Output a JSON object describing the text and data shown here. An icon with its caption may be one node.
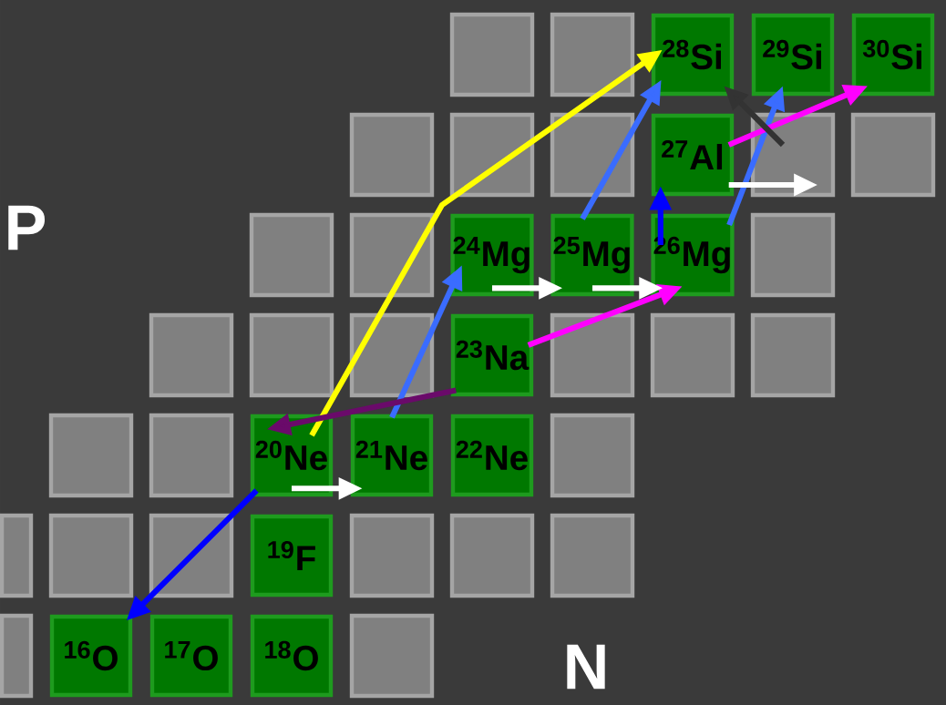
{
  "diagram": {
    "nodes": [
      {
        "text": [
          "$^{28}$Si"
        ]
      },
      {
        "text": [
          "$^{29}$Si"
        ]
      },
      {
        "text": [
          "$^{30}$Si"
        ]
      },
      {
        "text": [
          "$^{27}$Al"
        ]
      },
      {
        "text": [
          "$^{24}$Mg"
        ]
      },
      {
        "text": [
          "$^{25}$Mg"
        ]
      },
      {
        "text": [
          "$^{26}$Mg"
        ]
      },
      {
        "text": [
          "$^{23}$Na"
        ]
      },
      {
        "text": [
          "$^{20}$Ne"
        ]
      },
      {
        "text": [
          "$^{21}$Ne"
        ]
      },
      {
        "text": [
          "$^{22}$Ne"
        ]
      },
      {
        "text": [
          "$^{19}$F"
        ]
      },
      {
        "text": [
          "$^{16}$O"
        ]
      },
      {
        "text": [
          "$^{17}$O"
        ]
      },
      {
        "text": [
          "$^{18}$O"
        ]
      }
    ],
    "edges": [
      {
        "from": 8,
        "to": 12,
        "arrow": "to",
        "color": "#0000ff"
      },
      {
        "from": 8,
        "to": 9,
        "arrow": "to",
        "color": "#ffffff"
      },
      {
        "from": 8,
        "to": 0,
        "arrow": "to",
        "color": "#ffff00"
      },
      {
        "from": 9,
        "to": 4,
        "arrow": "to",
        "color": "#3a6cff"
      },
      {
        "from": 7,
        "to": 8,
        "arrow": "to",
        "color": "#6a0a6a"
      },
      {
        "from": 7,
        "to": 6,
        "arrow": "to",
        "color": "#ff00ff"
      },
      {
        "from": 4,
        "to": 5,
        "arrow": "to",
        "color": "#ffffff"
      },
      {
        "from": 5,
        "to": 6,
        "arrow": "to",
        "color": "#ffffff"
      },
      {
        "from": 5,
        "to": 0,
        "arrow": "to",
        "color": "#3a6cff"
      },
      {
        "from": 6,
        "to": 3,
        "arrow": "to",
        "color": "#0000ff"
      },
      {
        "from": 6,
        "to": 1,
        "arrow": "to",
        "color": "#3a6cff"
      },
      {
        "from": 3,
        "to": 2,
        "arrow": "to",
        "color": "#ff00ff"
      },
      {
        "from": 3,
        "to": null,
        "arrow": "to",
        "color": "#ffffff"
      },
      {
        "from": null,
        "to": 0,
        "arrow": "to",
        "color": "#333333"
      }
    ],
    "labels": [
      "P",
      "N"
    ]
  }
}
